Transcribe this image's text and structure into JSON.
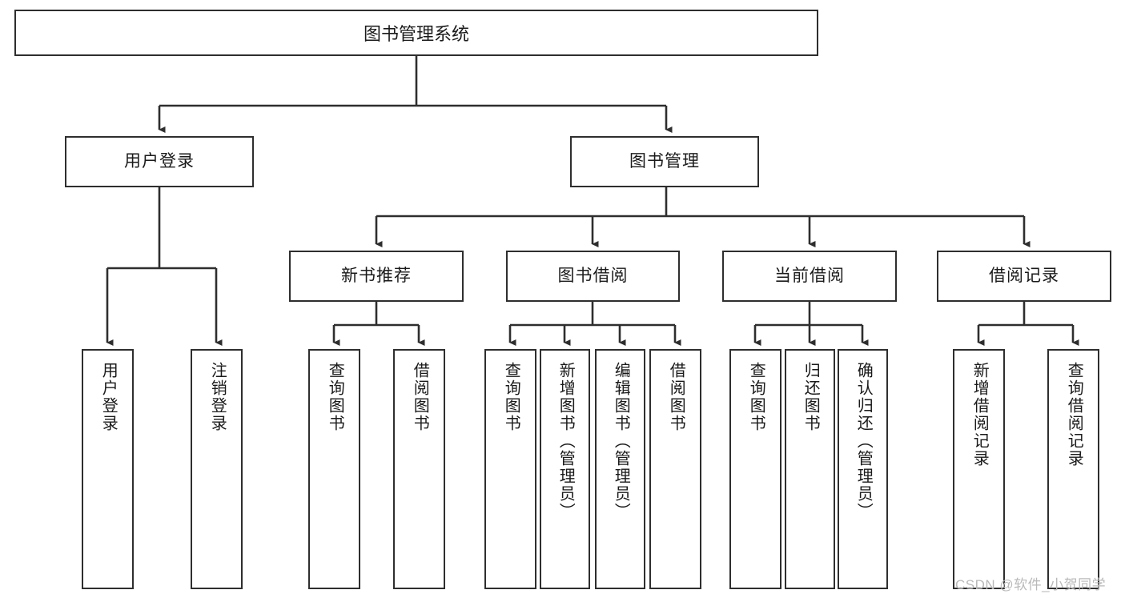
{
  "diagram": {
    "title": "图书管理系统",
    "type": "tree",
    "watermark": "CSDN @软件_小贺同学",
    "colors": {
      "box_border": "#2e2e2e",
      "box_fill": "#ffffff",
      "edge": "#2e2e2e",
      "text": "#1a1a1a",
      "watermark": "#b9b9b9"
    },
    "root": {
      "label": "图书管理系统"
    },
    "level2": [
      {
        "id": "user-login",
        "label": "用户登录"
      },
      {
        "id": "book-management",
        "label": "图书管理"
      }
    ],
    "level3": [
      {
        "id": "new-book-recommend",
        "label": "新书推荐"
      },
      {
        "id": "book-borrow",
        "label": "图书借阅"
      },
      {
        "id": "current-borrow",
        "label": "当前借阅"
      },
      {
        "id": "borrow-record",
        "label": "借阅记录"
      }
    ],
    "leaves": {
      "user_login": [
        {
          "id": "leaf-user-login",
          "label": "用户登录"
        },
        {
          "id": "leaf-logout",
          "label": "注销登录"
        }
      ],
      "new_book_recommend": [
        {
          "id": "leaf-query-book-1",
          "label": "查询图书"
        },
        {
          "id": "leaf-borrow-book-1",
          "label": "借阅图书"
        }
      ],
      "book_borrow": [
        {
          "id": "leaf-query-book-2",
          "label": "查询图书"
        },
        {
          "id": "leaf-add-book",
          "label": "新增图书（管理员）"
        },
        {
          "id": "leaf-edit-book",
          "label": "编辑图书（管理员）"
        },
        {
          "id": "leaf-borrow-book-2",
          "label": "借阅图书"
        }
      ],
      "current_borrow": [
        {
          "id": "leaf-query-book-3",
          "label": "查询图书"
        },
        {
          "id": "leaf-return-book",
          "label": "归还图书"
        },
        {
          "id": "leaf-confirm-return",
          "label": "确认归还（管理员）"
        }
      ],
      "borrow_record": [
        {
          "id": "leaf-add-record",
          "label": "新增借阅记录"
        },
        {
          "id": "leaf-query-record",
          "label": "查询借阅记录"
        }
      ]
    }
  }
}
